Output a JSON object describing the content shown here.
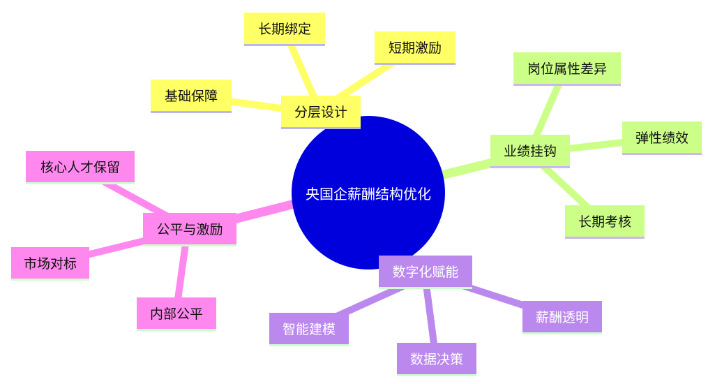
{
  "central": {
    "label": "央国企薪酬结构优化",
    "color": "#0000dd"
  },
  "branches": [
    {
      "id": "layer",
      "label": "分层设计",
      "color": "#ffff66",
      "underline": "#b8b8ee",
      "children": [
        "长期绑定",
        "短期激励",
        "基础保障"
      ]
    },
    {
      "id": "perf",
      "label": "业绩挂钩",
      "color": "#ccff88",
      "underline": "#c8b8ee",
      "children": [
        "岗位属性差异",
        "弹性绩效",
        "长期考核"
      ]
    },
    {
      "id": "digital",
      "label": "数字化赋能",
      "color": "#bb88ee",
      "underline": "#ccffcc",
      "children": [
        "智能建模",
        "数据决策",
        "薪酬透明"
      ]
    },
    {
      "id": "fair",
      "label": "公平与激励",
      "color": "#ff88ee",
      "underline": "#ccffcc",
      "children": [
        "核心人才保留",
        "市场对标",
        "内部公平"
      ]
    }
  ]
}
